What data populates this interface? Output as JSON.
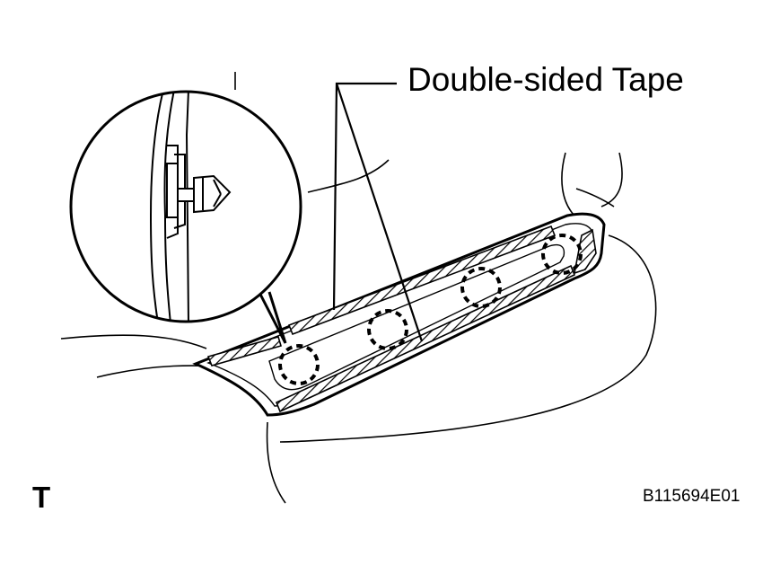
{
  "labels": {
    "callout": "Double-sided Tape",
    "corner_mark": "T",
    "figure_code": "B115694E01"
  },
  "colors": {
    "line": "#000000",
    "background": "#ffffff"
  },
  "icons": {
    "clip": "push-clip-icon",
    "hatch": "hatched-tape-pattern"
  }
}
